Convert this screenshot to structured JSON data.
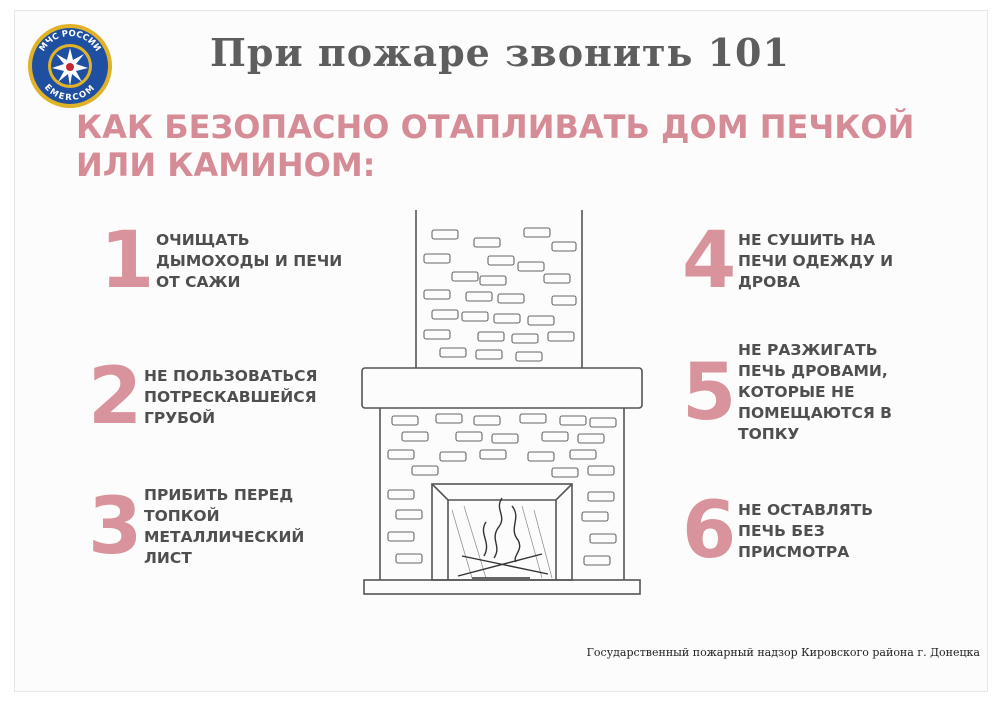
{
  "header": {
    "title": "При пожаре звонить 101"
  },
  "logo": {
    "top_text": "МЧС РОССИИ",
    "bottom_text": "EMERCOM",
    "colors": {
      "blue": "#1f4fa1",
      "gold": "#e0b228",
      "red": "#c8282d"
    }
  },
  "main_title": {
    "line1": "КАК БЕЗОПАСНО ОТАПЛИВАТЬ ДОМ ПЕЧКОЙ",
    "line2": "ИЛИ КАМИНОМ:"
  },
  "rules": [
    {
      "number": "1",
      "lines": [
        "ОЧИЩАТЬ",
        "ДЫМОХОДЫ И ПЕЧИ",
        "ОТ САЖИ"
      ]
    },
    {
      "number": "2",
      "lines": [
        "НЕ ПОЛЬЗОВАТЬСЯ",
        "ПОТРЕСКАВШЕЙСЯ",
        "ГРУБОЙ"
      ]
    },
    {
      "number": "3",
      "lines": [
        "ПРИБИТЬ ПЕРЕД",
        "ТОПКОЙ",
        "МЕТАЛЛИЧЕСКИЙ",
        "ЛИСТ"
      ]
    },
    {
      "number": "4",
      "lines": [
        "НЕ СУШИТЬ НА",
        "ПЕЧИ ОДЕЖДУ И",
        "ДРОВА"
      ]
    },
    {
      "number": "5",
      "lines": [
        "НЕ РАЗЖИГАТЬ",
        "ПЕЧЬ ДРОВАМИ,",
        "КОТОРЫЕ НЕ",
        "ПОМЕЩАЮТСЯ В",
        "ТОПКУ"
      ]
    },
    {
      "number": "6",
      "lines": [
        "НЕ ОСТАВЛЯТЬ",
        "ПЕЧЬ БЕЗ",
        "ПРИСМОТРА"
      ]
    }
  ],
  "footer": {
    "text": "Государственный пожарный надзор Кировского района г. Донецка"
  },
  "colors": {
    "accent": "#d68c96",
    "text": "#4f4f4f",
    "header": "#5e5e5e"
  }
}
